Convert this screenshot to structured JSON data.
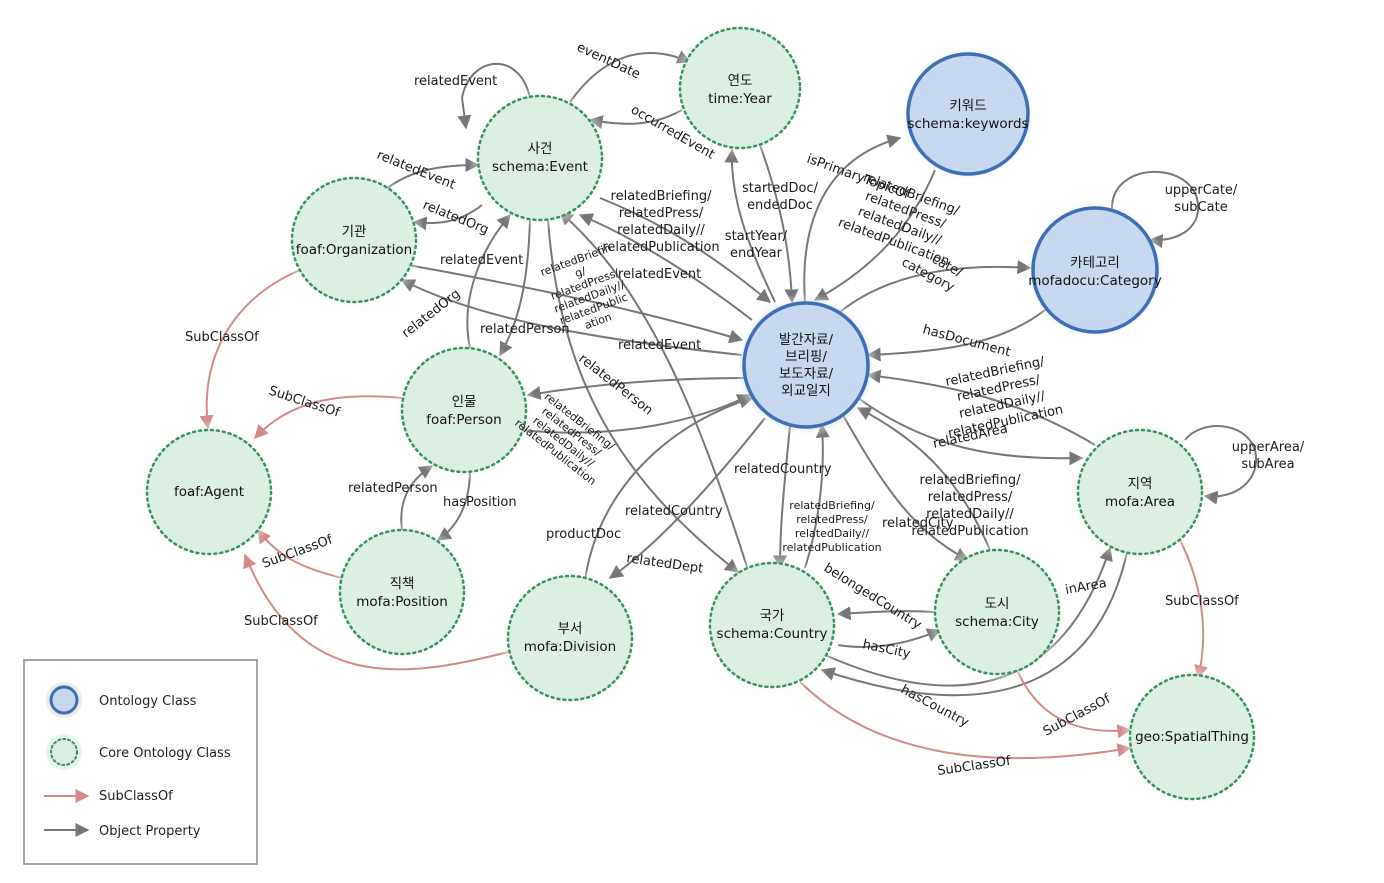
{
  "nodes": {
    "event": {
      "lines": [
        "사건",
        "schema:Event"
      ],
      "kind": "core"
    },
    "year": {
      "lines": [
        "연도",
        "time:Year"
      ],
      "kind": "core"
    },
    "keyword": {
      "lines": [
        "키워드",
        "schema:keywords"
      ],
      "kind": "ontology"
    },
    "category": {
      "lines": [
        "카테고리",
        "mofadocu:Category"
      ],
      "kind": "ontology"
    },
    "org": {
      "lines": [
        "기관",
        "foaf:Organization"
      ],
      "kind": "core"
    },
    "person": {
      "lines": [
        "인물",
        "foaf:Person"
      ],
      "kind": "core"
    },
    "agent": {
      "lines": [
        "foaf:Agent"
      ],
      "kind": "core"
    },
    "position": {
      "lines": [
        "직책",
        "mofa:Position"
      ],
      "kind": "core"
    },
    "division": {
      "lines": [
        "부서",
        "mofa:Division"
      ],
      "kind": "core"
    },
    "country": {
      "lines": [
        "국가",
        "schema:Country"
      ],
      "kind": "core"
    },
    "city": {
      "lines": [
        "도시",
        "schema:City"
      ],
      "kind": "core"
    },
    "area": {
      "lines": [
        "지역",
        "mofa:Area"
      ],
      "kind": "core"
    },
    "spatial": {
      "lines": [
        "geo:SpatialThing"
      ],
      "kind": "core"
    },
    "doc": {
      "lines": [
        "발간자료/",
        "브리핑/",
        "보도자료/",
        "외교일지"
      ],
      "kind": "ontology"
    }
  },
  "labels": {
    "relatedEvent_loop": "relatedEvent",
    "eventDate": "eventDate",
    "occurredEvent": "occurredEvent",
    "relatedEvent_org": "relatedEvent",
    "relatedOrg_ev": "relatedOrg",
    "relatedEvent_mid": "relatedEvent",
    "relatedOrg_doc": "relatedOrg",
    "relatedPerson_mid": "relatedPerson",
    "relatedEvent_doc": "relatedEvent",
    "relatedEvent_doc2": "relatedEvent",
    "brief_event": [
      "relatedBriefing/",
      "relatedPress/",
      "relatedDaily//",
      "relatedPublication"
    ],
    "brief_small": [
      "relatedBriefin",
      "g/",
      "relatedPress/",
      "relatedDaily//",
      "relatedPublic",
      "ation"
    ],
    "startedDoc": [
      "startedDoc/",
      "endedDoc"
    ],
    "startYear": [
      "startYear/",
      "endYear"
    ],
    "isPrimaryTopicOf": "isPrimaryTopicOf",
    "brief_kw": [
      "relatedBriefing/",
      "relatedPress/",
      "relatedDaily//",
      "relatedPublication"
    ],
    "cate": [
      "cate/",
      "category"
    ],
    "upperCate": [
      "upperCate/",
      "subCate"
    ],
    "hasDocument": "hasDocument",
    "brief_area": [
      "relatedBriefing/",
      "relatedPress/",
      "relatedDaily//",
      "relatedPublication"
    ],
    "relatedArea": "relatedArea",
    "upperArea": [
      "upperArea/",
      "subArea"
    ],
    "relatedPerson_doc": "relatedPerson",
    "brief_person": [
      "relatedBriefing/",
      "relatedPress/",
      "relatedDaily//",
      "relatedPublication"
    ],
    "subClassOf_org": "SubClassOf",
    "subClassOf_person": "SubClassOf",
    "subClassOf_pos": "SubClassOf",
    "subClassOf_div": "SubClassOf",
    "relatedPerson_pos": "relatedPerson",
    "hasPosition": "hasPosition",
    "productDoc": "productDoc",
    "relatedDept": "relatedDept",
    "relatedCountry_1": "relatedCountry",
    "relatedCountry_2": "relatedCountry",
    "brief_country": [
      "relatedBriefing/",
      "relatedPress/",
      "relatedDaily//",
      "relatedPublication"
    ],
    "brief_city": [
      "relatedBriefing/",
      "relatedPress/",
      "relatedDaily//",
      "relatedPublication"
    ],
    "relatedCity": "relatedCity",
    "belongedCountry": "belongedCountry",
    "hasCity": "hasCity",
    "inArea": "inArea",
    "hasCountry": "hasCountry",
    "subClassOf_area": "SubClassOf",
    "subClassOf_city": "SubClassOf",
    "subClassOf_country": "SubClassOf"
  },
  "legend": {
    "ontology_class": "Ontology Class",
    "core_class": "Core Ontology Class",
    "subclassof": "SubClassOf",
    "object_property": "Object Property"
  },
  "colors": {
    "ontology_fill": "#c6d9f1",
    "ontology_stroke": "#3e6eb4",
    "core_fill": "#dcefe3",
    "core_stroke": "#3a9060",
    "subclass_edge": "#d38a8a",
    "property_edge": "#777777"
  }
}
